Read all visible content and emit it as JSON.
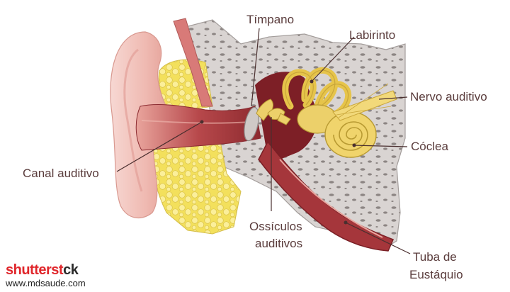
{
  "labels": {
    "timpano": "Tímpano",
    "labirinto": "Labirinto",
    "nervo_auditivo": "Nervo auditivo",
    "coclea": "Cóclea",
    "canal_auditivo": "Canal auditivo",
    "ossiculos_line1": "Ossículos",
    "ossiculos_line2": "auditivos",
    "tuba_line1": "Tuba de",
    "tuba_line2": "Eustáquio"
  },
  "branding": {
    "logo_part1": "shutterst",
    "logo_part2": "ck",
    "website": "www.mdsaude.com"
  },
  "colors": {
    "bone": "#d7d2d0",
    "fat": "#f1e05a",
    "canal": "#9b2f34",
    "skin": "#f3c9c4",
    "labyrinth": "#e9c84a"
  }
}
